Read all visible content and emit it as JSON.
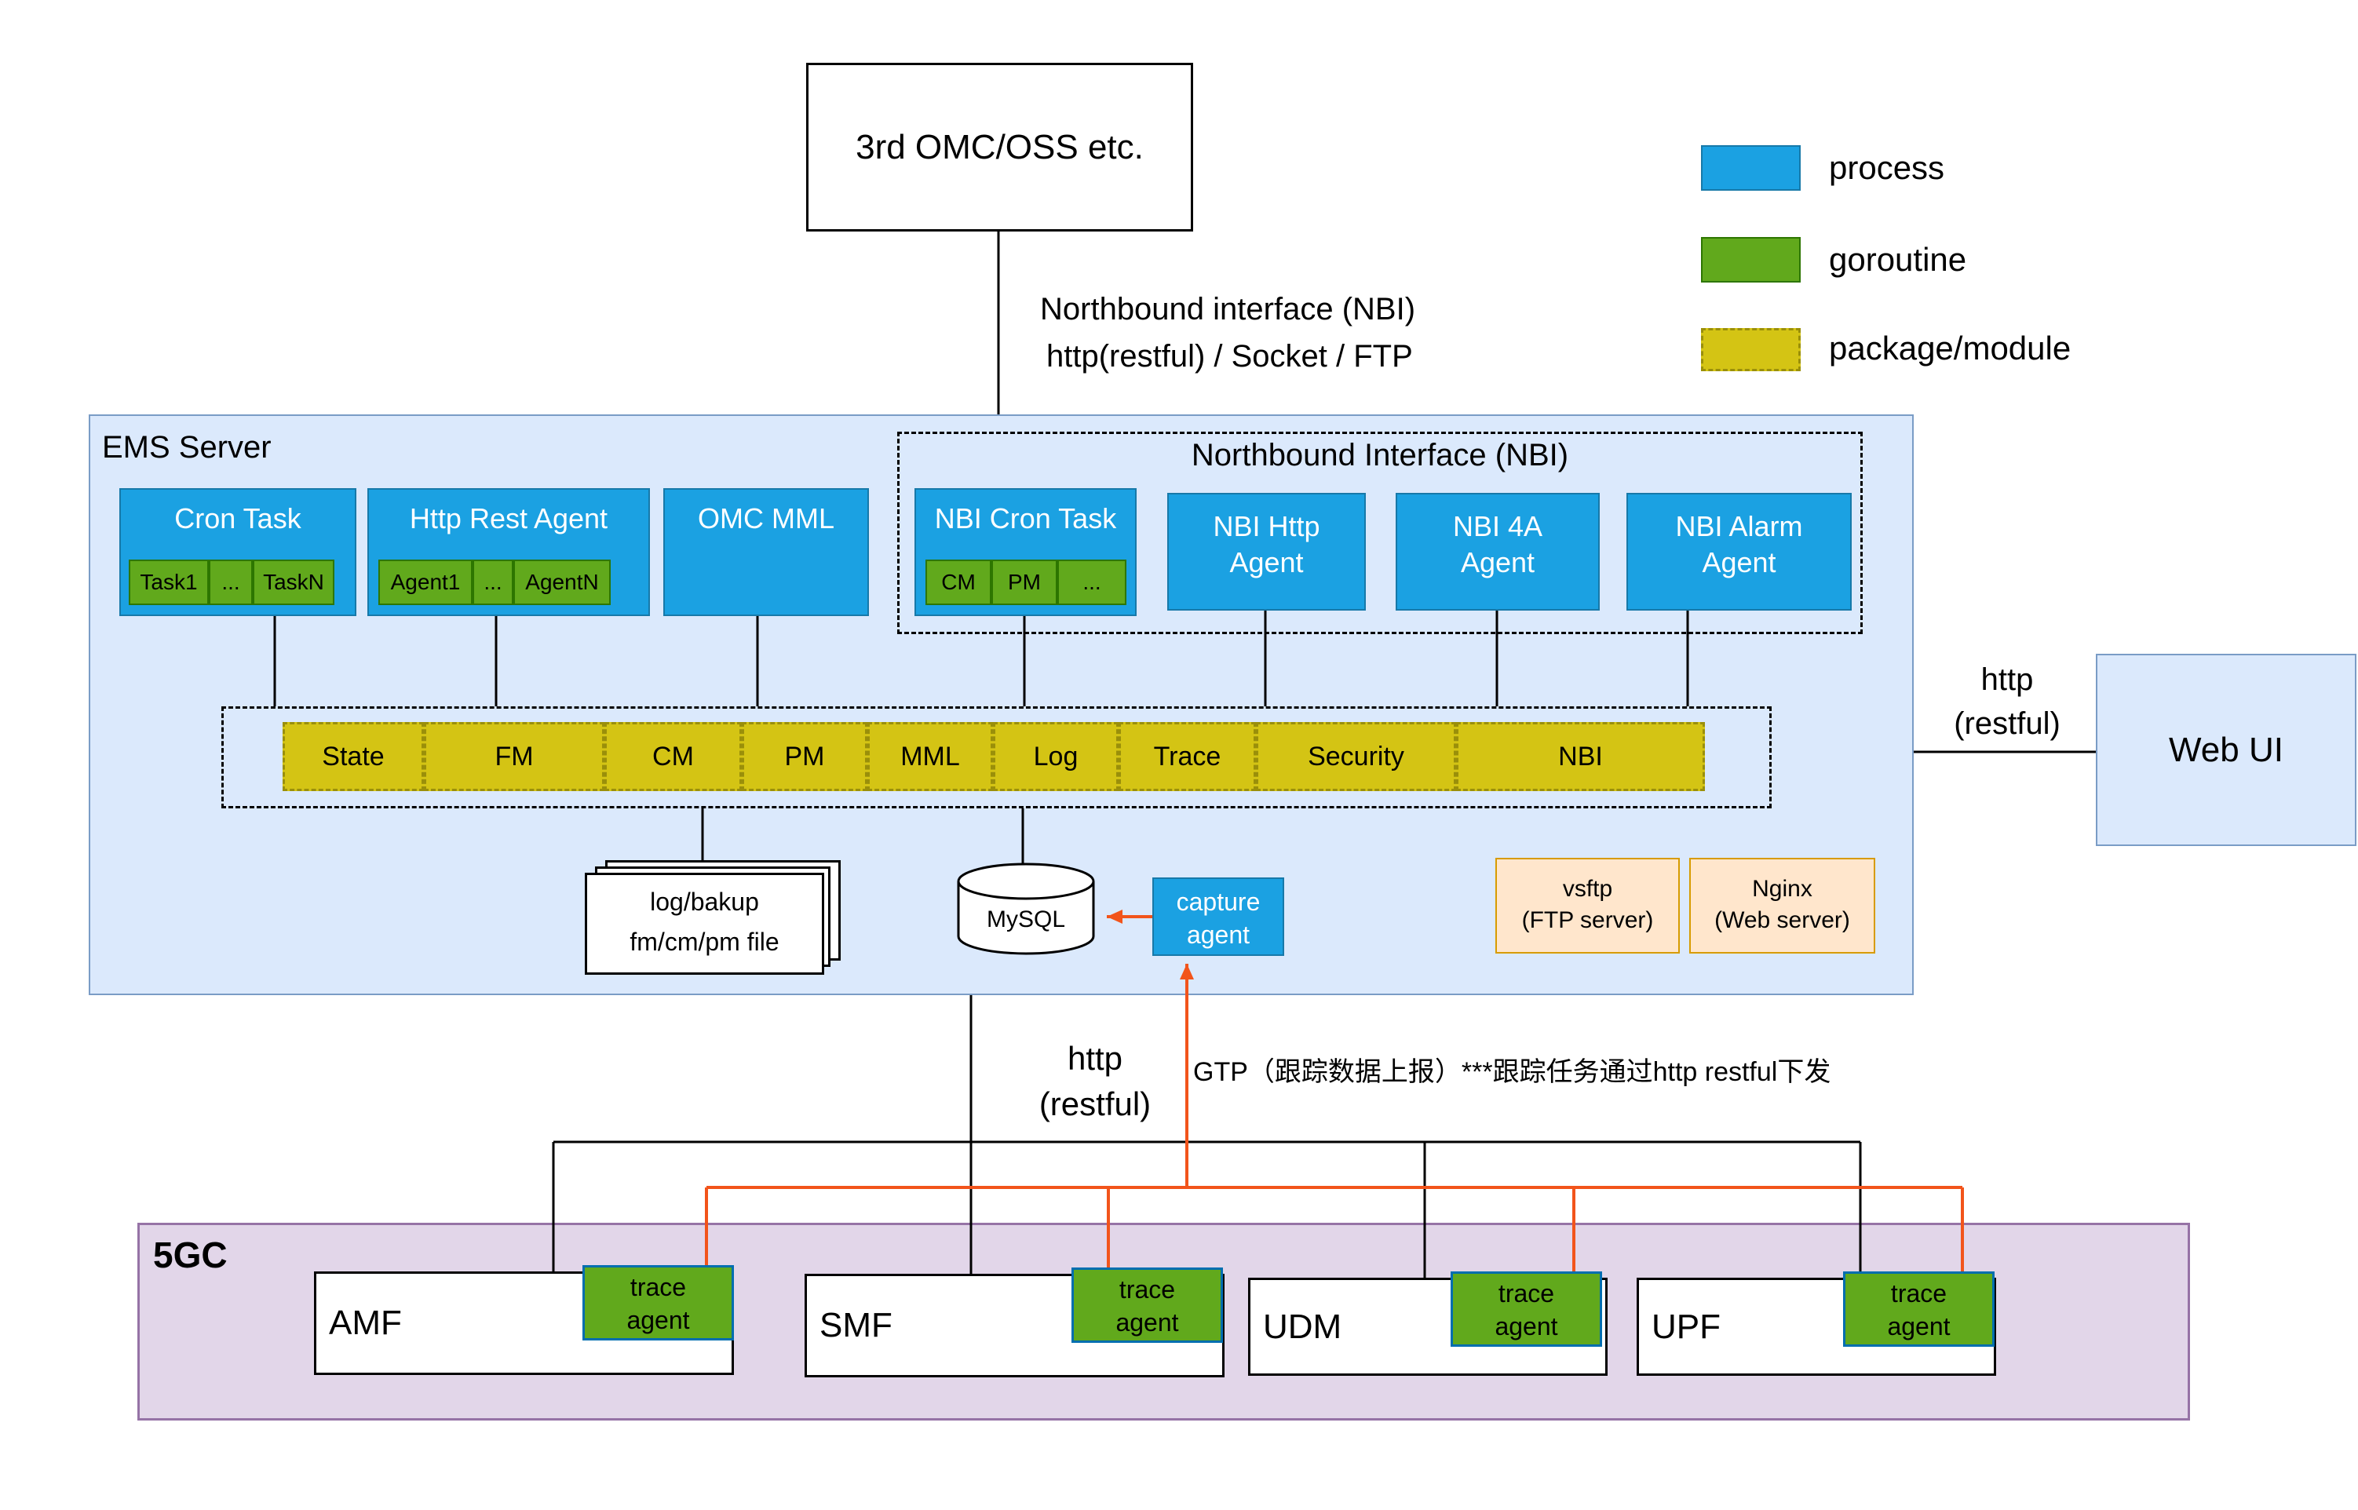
{
  "colors": {
    "process": "#1ba1e2",
    "goroutine": "#61a91c",
    "module": "#d4c414",
    "ems_container": "#dbe9fc",
    "core_container": "#e2d6e9",
    "server_box": "#ffe6cc",
    "trace_link": "#f2541b"
  },
  "legend": {
    "items": [
      {
        "label": "process"
      },
      {
        "label": "goroutine"
      },
      {
        "label": "package/module"
      }
    ]
  },
  "external_system": {
    "label": "3rd OMC/OSS etc."
  },
  "nbi_link": {
    "line1": "Northbound interface (NBI)",
    "line2": "http(restful) / Socket / FTP"
  },
  "ems": {
    "title": "EMS Server",
    "cron_task": {
      "title": "Cron Task",
      "subs": [
        "Task1",
        "...",
        "TaskN"
      ]
    },
    "http_rest_agent": {
      "title": "Http Rest Agent",
      "subs": [
        "Agent1",
        "...",
        "AgentN"
      ]
    },
    "omc_mml": {
      "title": "OMC MML"
    },
    "nbi_group": {
      "title": "Northbound Interface (NBI)",
      "cron_task": {
        "title": "NBI Cron Task",
        "subs": [
          "CM",
          "PM",
          "..."
        ]
      },
      "http_agent": {
        "line1": "NBI Http",
        "line2": "Agent"
      },
      "foura_agent": {
        "line1": "NBI 4A",
        "line2": "Agent"
      },
      "alarm_agent": {
        "line1": "NBI Alarm",
        "line2": "Agent"
      }
    },
    "modules": [
      "State",
      "FM",
      "CM",
      "PM",
      "MML",
      "Log",
      "Trace",
      "Security",
      "NBI"
    ],
    "file_store": {
      "line1": "log/bakup",
      "line2": "fm/cm/pm file"
    },
    "database": {
      "label": "MySQL"
    },
    "capture_agent": {
      "line1": "capture",
      "line2": "agent"
    },
    "ftp_server": {
      "line1": "vsftp",
      "line2": "(FTP server)"
    },
    "web_server": {
      "line1": "Nginx",
      "line2": "(Web server)"
    }
  },
  "web_ui": {
    "label": "Web UI"
  },
  "web_ui_link": {
    "line1": "http",
    "line2": "(restful)"
  },
  "core_link": {
    "line1": "http",
    "line2": "(restful)"
  },
  "gtp_note": "GTP（跟踪数据上报）***跟踪任务通过http restful下发",
  "core": {
    "title": "5GC",
    "trace_agent": {
      "line1": "trace",
      "line2": "agent"
    },
    "nfs": [
      "AMF",
      "SMF",
      "UDM",
      "UPF"
    ]
  }
}
